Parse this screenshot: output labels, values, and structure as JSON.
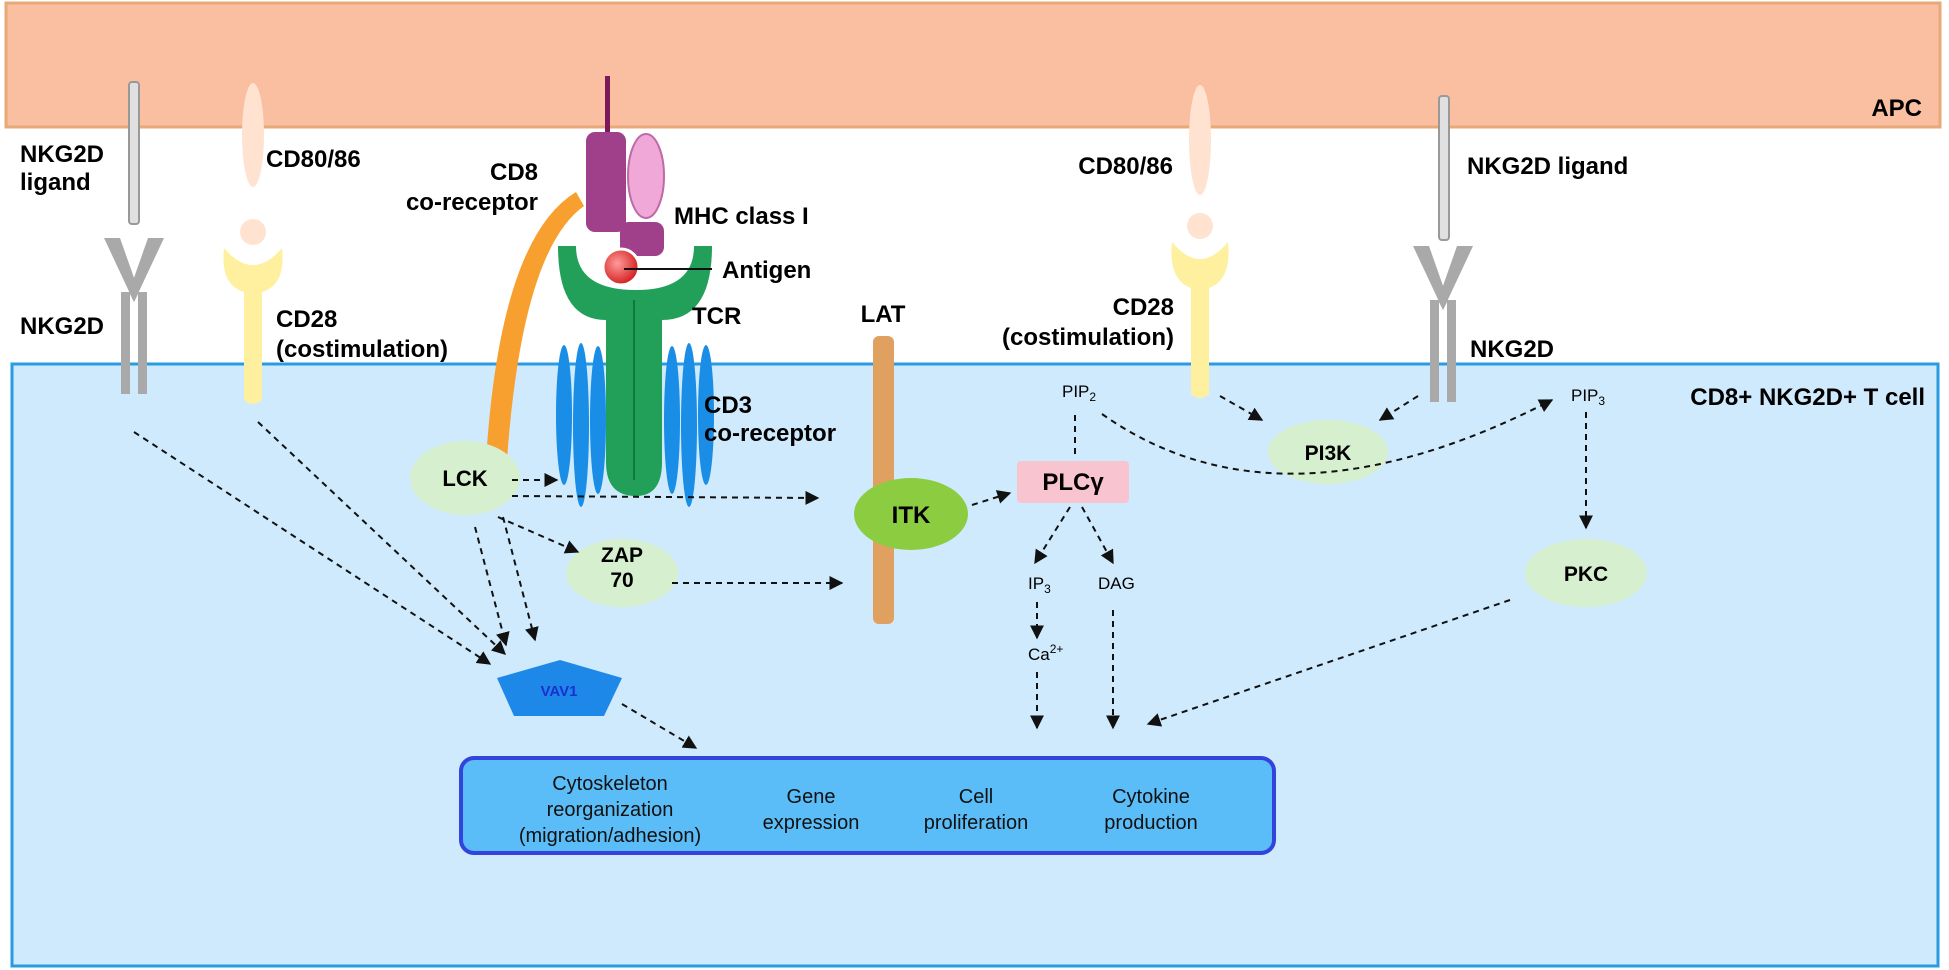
{
  "labels": {
    "apc": "APC",
    "tcell": "CD8+ NKG2D+ T cell",
    "nkg2d_ligand_left_1": "NKG2D",
    "nkg2d_ligand_left_2": "ligand",
    "nkg2d_left": "NKG2D",
    "cd80_left": "CD80/86",
    "cd28_left_1": "CD28",
    "cd28_left_2": "(costimulation)",
    "cd8_1": "CD8",
    "cd8_2": "co-receptor",
    "mhc": "MHC class I",
    "antigen": "Antigen",
    "tcr": "TCR",
    "cd3_1": "CD3",
    "cd3_2": "co-receptor",
    "lat": "LAT",
    "cd80_right": "CD80/86",
    "cd28_right_1": "CD28",
    "cd28_right_2": "(costimulation)",
    "nkg2d_ligand_right": "NKG2D ligand",
    "nkg2d_right": "NKG2D",
    "lck": "LCK",
    "zap_1": "ZAP",
    "zap_2": "70",
    "itk": "ITK",
    "plcg": "PLCγ",
    "pi3k": "PI3K",
    "pkc": "PKC",
    "vav1": "VAV1",
    "pip2": "PIP",
    "pip2_sub": "2",
    "pip3": "PIP",
    "pip3_sub": "3",
    "ip3": "IP",
    "ip3_sub": "3",
    "dag": "DAG",
    "ca": "Ca",
    "ca_sup": "2+"
  },
  "outcomes": {
    "cytoskeleton_1": "Cytoskeleton",
    "cytoskeleton_2": "reorganization",
    "cytoskeleton_3": "(migration/adhesion)",
    "gene_1": "Gene",
    "gene_2": "expression",
    "cell_1": "Cell",
    "cell_2": "proliferation",
    "cytokine_1": "Cytokine",
    "cytokine_2": "production"
  },
  "colors": {
    "apc_fill": "#f9bfa0",
    "apc_border": "#e8a877",
    "cell_fill": "#cfeafc",
    "cell_border": "#2a9be0",
    "nkg2d": "#a9a9a9",
    "cd28": "#fff0a0",
    "cd80": "#ffe3d0",
    "cd8": "#f7a030",
    "mhc": "#a0408a",
    "mhc_pink": "#f0a8d8",
    "tcr": "#22a05a",
    "cd3": "#1a8ee6",
    "lat": "#e0a060",
    "itk": "#8ccc40",
    "plcg": "#f7c4d0",
    "node": "#d6efcf",
    "vav1": "#1e88e8",
    "outcome_fill": "#5bbdf7",
    "outcome_border": "#3344dd"
  }
}
